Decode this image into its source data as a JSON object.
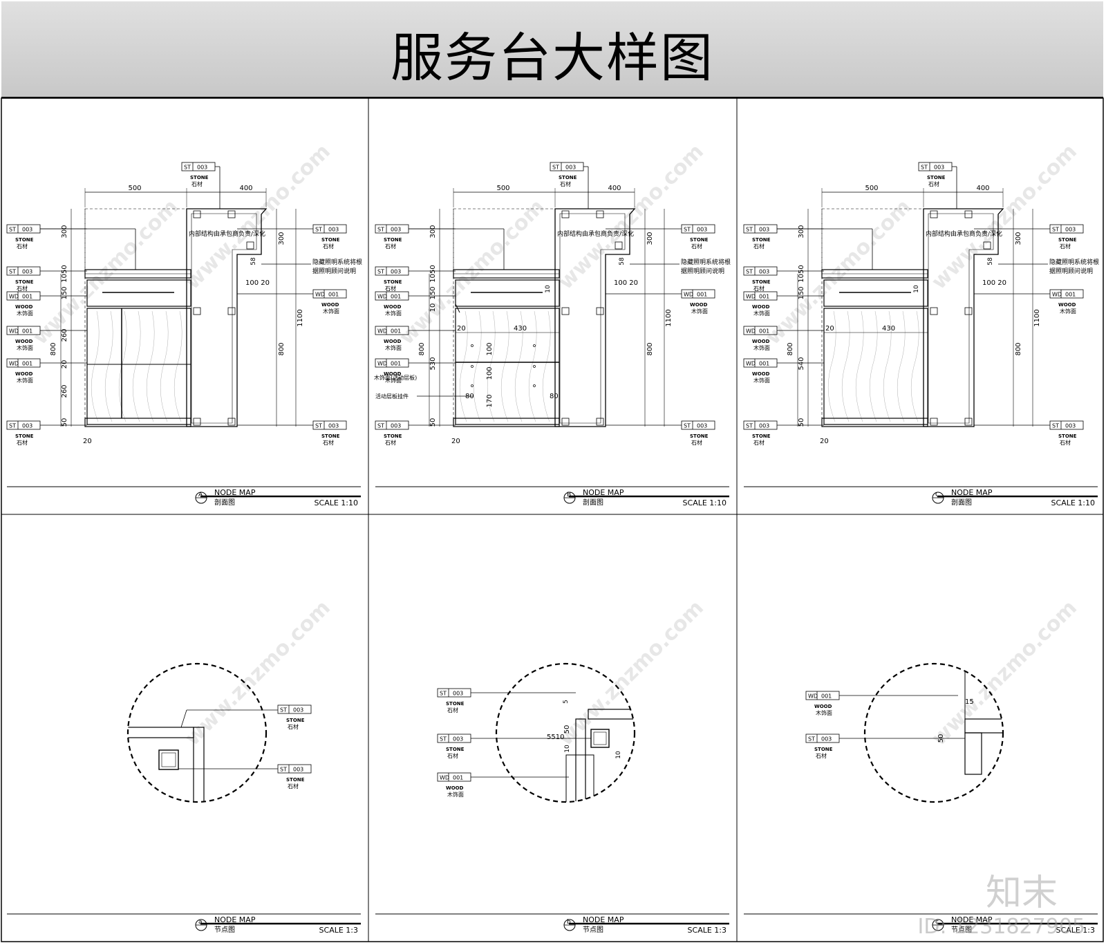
{
  "sheet_title": "服务台大样图",
  "watermark": {
    "logo": "知末",
    "id": "ID: 1231827905"
  },
  "common_labels": {
    "top_stone_tag": "ST 003",
    "top_stone_en": "STONE",
    "top_stone_cn": "石材",
    "dim_500": "500",
    "dim_400": "400",
    "dim_300": "300",
    "dim_1100": "1100",
    "dim_800": "800",
    "dim_50": "50",
    "dim_20": "20",
    "dim_150": "150",
    "dim_1050": "1050",
    "dim_100_20": "100 20",
    "dim_58": "58",
    "note_struct": "内部结构由承包商负责/深化",
    "note_light_1": "隐藏照明系统将根",
    "note_light_2": "据照明顾问说明",
    "wd_tag": "WD 001",
    "wd_en": "WOOD",
    "wd_cn": "木饰面",
    "st_tag": "ST 003",
    "st_en": "STONE",
    "st_cn": "石材"
  },
  "sections": [
    {
      "id": "A",
      "title": "NODE MAP",
      "subtitle": "剖面图",
      "scale": "SCALE 1:10",
      "left_dims": [
        "300",
        "1050",
        "150",
        "260",
        "20",
        "260",
        "50"
      ],
      "bottom_dim": "20",
      "extra_dims": []
    },
    {
      "id": "B",
      "title": "NODE MAP",
      "subtitle": "剖面图",
      "scale": "SCALE 1:10",
      "left_dims": [
        "300",
        "1050",
        "150",
        "10",
        "530",
        "50"
      ],
      "bottom_dim": "20",
      "extra_dims": [
        "20",
        "430",
        "100",
        "100",
        "170",
        "80",
        "80",
        "10"
      ],
      "extra_tag_1": "木饰面(活动层板)",
      "extra_tag_2": "活动层板挂件"
    },
    {
      "id": "C",
      "title": "NODE MAP",
      "subtitle": "剖面图",
      "scale": "SCALE 1:10",
      "left_dims": [
        "300",
        "1050",
        "150",
        "540",
        "50"
      ],
      "bottom_dim": "20",
      "extra_dims": [
        "20",
        "430",
        "10"
      ]
    }
  ],
  "nodes": [
    {
      "id": "a",
      "title": "NODE MAP",
      "subtitle": "节点图",
      "scale": "SCALE 1:3",
      "dims": []
    },
    {
      "id": "b",
      "title": "NODE MAP",
      "subtitle": "节点图",
      "scale": "SCALE 1:3",
      "dims": [
        "50",
        "5510",
        "10",
        "10",
        "5"
      ]
    },
    {
      "id": "c",
      "title": "NODE MAP",
      "subtitle": "节点图",
      "scale": "SCALE 1:3",
      "dims": [
        "15",
        "50"
      ]
    }
  ]
}
